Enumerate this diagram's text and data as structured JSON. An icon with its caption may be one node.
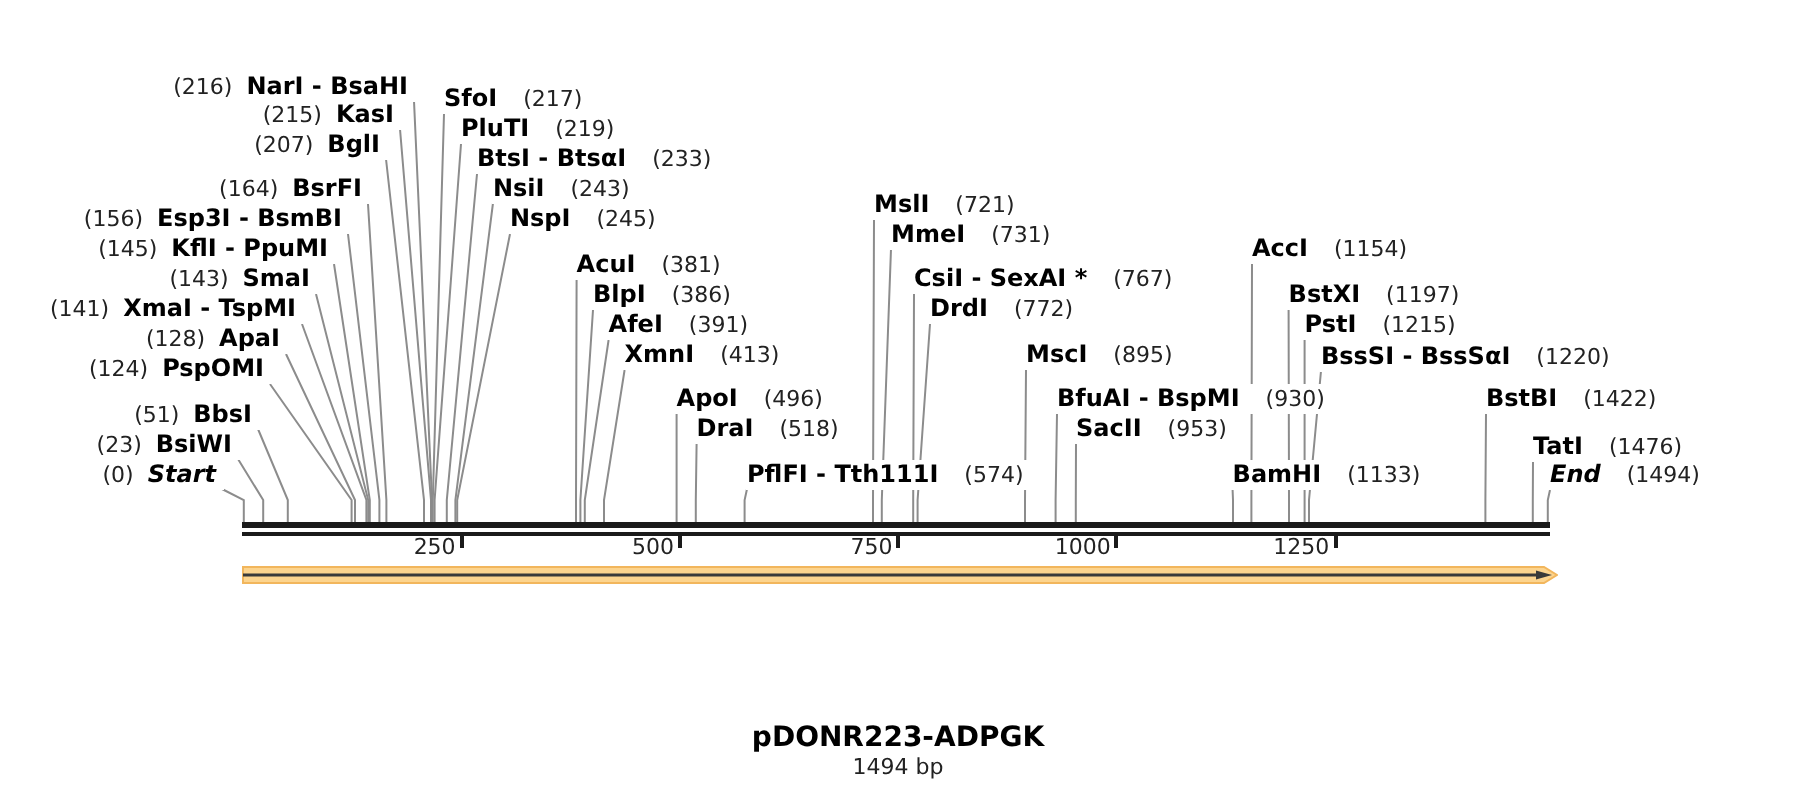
{
  "diagram": {
    "title": "pDONR223-ADPGK",
    "caption": "1494 bp",
    "nodes": [
      {
        "text": [
          "(216)",
          "NarI - BsaHI"
        ]
      },
      {
        "text": [
          "(215)",
          "KasI"
        ]
      },
      {
        "text": [
          "(207)",
          "BglI"
        ]
      },
      {
        "text": [
          "(164)",
          "BsrFI"
        ]
      },
      {
        "text": [
          "(156)",
          "Esp3I - BsmBI"
        ]
      },
      {
        "text": [
          "(145)",
          "KflI - PpuMI"
        ]
      },
      {
        "text": [
          "(143)",
          "SmaI"
        ]
      },
      {
        "text": [
          "(141)",
          "XmaI - TspMI"
        ]
      },
      {
        "text": [
          "(128)",
          "ApaI"
        ]
      },
      {
        "text": [
          "(124)",
          "PspOMI"
        ]
      },
      {
        "text": [
          "(51)",
          "BbsI"
        ]
      },
      {
        "text": [
          "(23)",
          "BsiWI"
        ]
      },
      {
        "text": [
          "(0)",
          "Start"
        ]
      },
      {
        "text": [
          "SfoI",
          "(217)"
        ]
      },
      {
        "text": [
          "PluTI",
          "(219)"
        ]
      },
      {
        "text": [
          "BtsI - BtsαI",
          "(233)"
        ]
      },
      {
        "text": [
          "NsiI",
          "(243)"
        ]
      },
      {
        "text": [
          "NspI",
          "(245)"
        ]
      },
      {
        "text": [
          "AcuI",
          "(381)"
        ]
      },
      {
        "text": [
          "BlpI",
          "(386)"
        ]
      },
      {
        "text": [
          "AfeI",
          "(391)"
        ]
      },
      {
        "text": [
          "XmnI",
          "(413)"
        ]
      },
      {
        "text": [
          "ApoI",
          "(496)"
        ]
      },
      {
        "text": [
          "DraI",
          "(518)"
        ]
      },
      {
        "text": [
          "PflFI - Tth111I",
          "(574)"
        ]
      },
      {
        "text": [
          "MslI",
          "(721)"
        ]
      },
      {
        "text": [
          "MmeI",
          "(731)"
        ]
      },
      {
        "text": [
          "CsiI - SexAI *",
          "(767)"
        ]
      },
      {
        "text": [
          "DrdI",
          "(772)"
        ]
      },
      {
        "text": [
          "MscI",
          "(895)"
        ]
      },
      {
        "text": [
          "BfuAI - BspMI",
          "(930)"
        ]
      },
      {
        "text": [
          "SacII",
          "(953)"
        ]
      },
      {
        "text": [
          "AccI",
          "(1154)"
        ]
      },
      {
        "text": [
          "BstXI",
          "(1197)"
        ]
      },
      {
        "text": [
          "PstI",
          "(1215)"
        ]
      },
      {
        "text": [
          "BssSI - BssSαI",
          "(1220)"
        ]
      },
      {
        "text": [
          "BamHI",
          "(1133)"
        ]
      },
      {
        "text": [
          "BstBI",
          "(1422)"
        ]
      },
      {
        "text": [
          "TatI",
          "(1476)"
        ]
      },
      {
        "text": [
          "End",
          "(1494)"
        ]
      },
      {
        "text": [],
        "shape": "bar"
      }
    ],
    "edges": [
      {
        "from": 0,
        "to": 40,
        "arrow": "none"
      },
      {
        "from": 1,
        "to": 40,
        "arrow": "none"
      },
      {
        "from": 2,
        "to": 40,
        "arrow": "none"
      },
      {
        "from": 3,
        "to": 40,
        "arrow": "none"
      },
      {
        "from": 4,
        "to": 40,
        "arrow": "none"
      },
      {
        "from": 5,
        "to": 40,
        "arrow": "none"
      },
      {
        "from": 6,
        "to": 40,
        "arrow": "none"
      },
      {
        "from": 7,
        "to": 40,
        "arrow": "none"
      },
      {
        "from": 8,
        "to": 40,
        "arrow": "none"
      },
      {
        "from": 9,
        "to": 40,
        "arrow": "none"
      },
      {
        "from": 10,
        "to": 40,
        "arrow": "none"
      },
      {
        "from": 11,
        "to": 40,
        "arrow": "none"
      },
      {
        "from": 12,
        "to": 40,
        "arrow": "none"
      },
      {
        "from": 13,
        "to": 40,
        "arrow": "none"
      },
      {
        "from": 14,
        "to": 40,
        "arrow": "none"
      },
      {
        "from": 15,
        "to": 40,
        "arrow": "none"
      },
      {
        "from": 16,
        "to": 40,
        "arrow": "none"
      },
      {
        "from": 17,
        "to": 40,
        "arrow": "none"
      },
      {
        "from": 18,
        "to": 40,
        "arrow": "none"
      },
      {
        "from": 19,
        "to": 40,
        "arrow": "none"
      },
      {
        "from": 20,
        "to": 40,
        "arrow": "none"
      },
      {
        "from": 21,
        "to": 40,
        "arrow": "none"
      },
      {
        "from": 22,
        "to": 40,
        "arrow": "none"
      },
      {
        "from": 23,
        "to": 40,
        "arrow": "none"
      },
      {
        "from": 24,
        "to": 40,
        "arrow": "none"
      },
      {
        "from": 25,
        "to": 40,
        "arrow": "none"
      },
      {
        "from": 26,
        "to": 40,
        "arrow": "none"
      },
      {
        "from": 27,
        "to": 40,
        "arrow": "none"
      },
      {
        "from": 28,
        "to": 40,
        "arrow": "none"
      },
      {
        "from": 29,
        "to": 40,
        "arrow": "none"
      },
      {
        "from": 30,
        "to": 40,
        "arrow": "none"
      },
      {
        "from": 31,
        "to": 40,
        "arrow": "none"
      },
      {
        "from": 32,
        "to": 40,
        "arrow": "none"
      },
      {
        "from": 33,
        "to": 40,
        "arrow": "none"
      },
      {
        "from": 34,
        "to": 40,
        "arrow": "none"
      },
      {
        "from": 35,
        "to": 40,
        "arrow": "none"
      },
      {
        "from": 36,
        "to": 40,
        "arrow": "none"
      },
      {
        "from": 37,
        "to": 40,
        "arrow": "none"
      },
      {
        "from": 38,
        "to": 40,
        "arrow": "none"
      },
      {
        "from": 39,
        "to": 40,
        "arrow": "none"
      }
    ],
    "labels": [
      "250",
      "500",
      "750",
      "1000",
      "1250"
    ]
  }
}
